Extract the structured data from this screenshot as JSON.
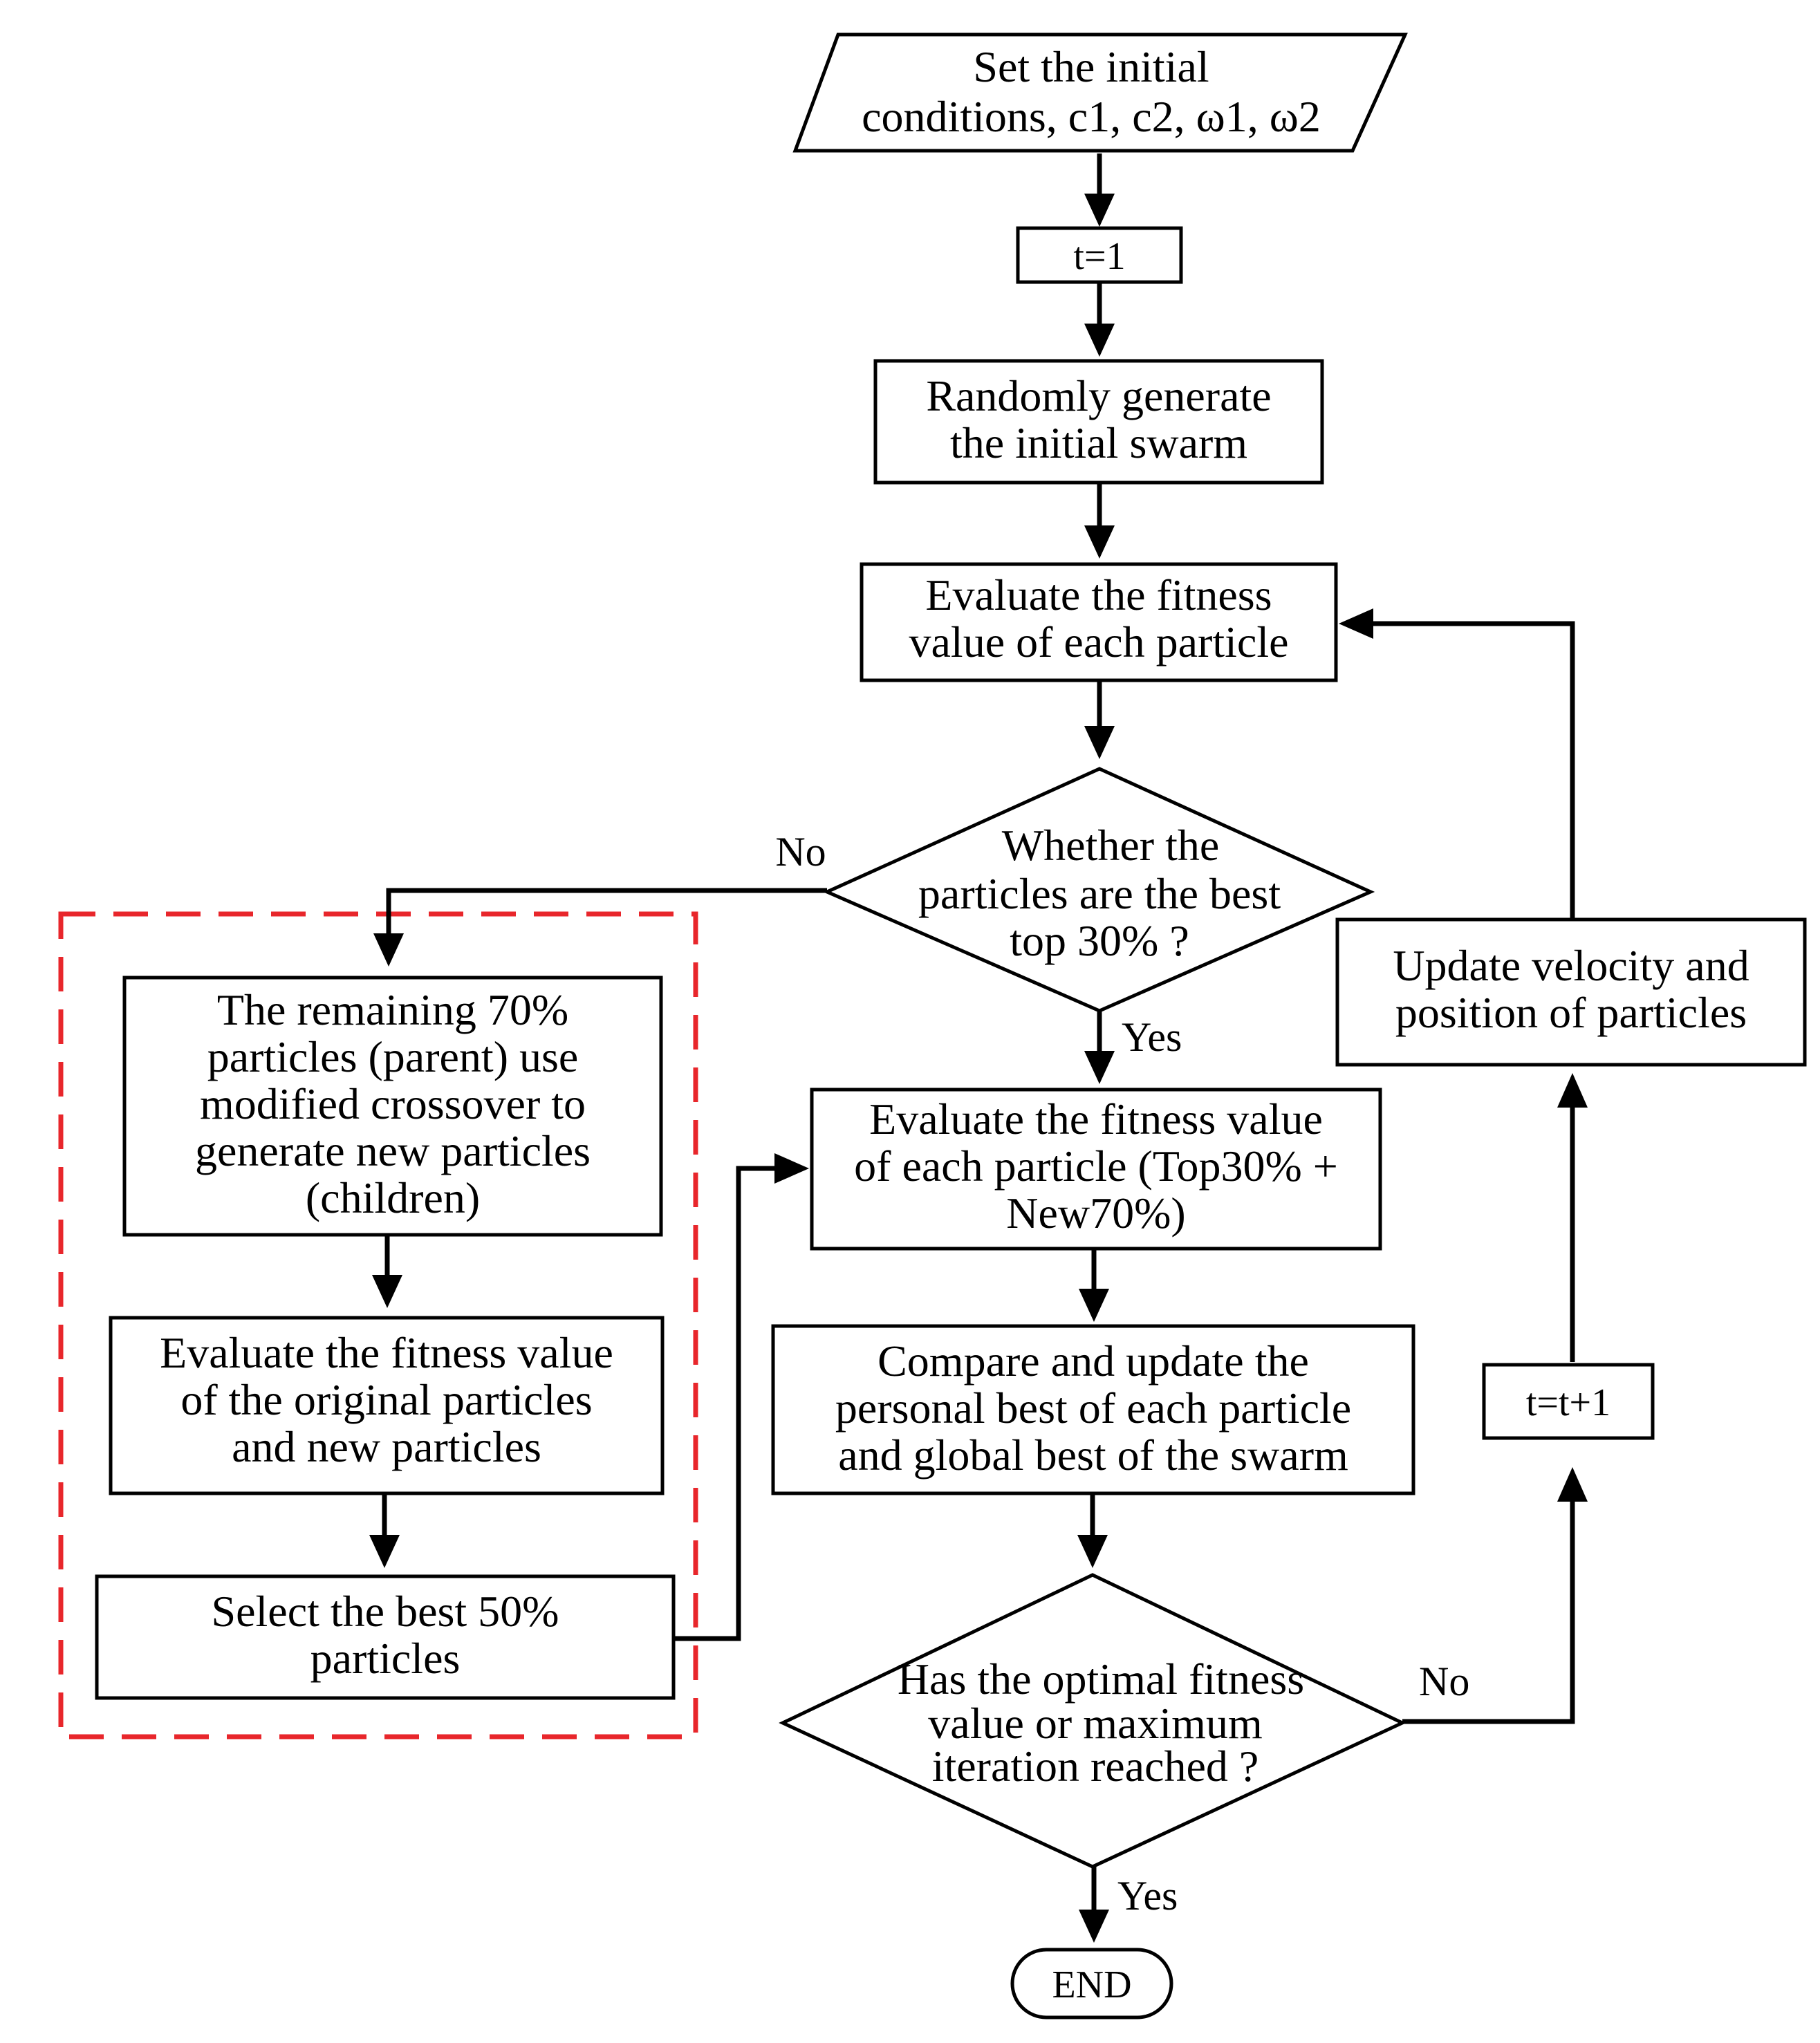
{
  "diagram": {
    "nodes": {
      "start": [
        "Set the initial",
        "conditions, c1, c2, ω1, ω2"
      ],
      "init_t": [
        "t=1"
      ],
      "random": [
        "Randomly generate",
        "the initial swarm"
      ],
      "evaluate1": [
        "Evaluate the fitness",
        "value of each particle"
      ],
      "decision1": [
        "Whether the",
        "particles are the best",
        "top 30% ?"
      ],
      "crossover": [
        "The remaining 70%",
        "particles (parent) use",
        "modified crossover to",
        "generate new particles",
        "(children)"
      ],
      "evaluate_orig": [
        "Evaluate the fitness value",
        "of the original particles",
        "and  new particles"
      ],
      "select": [
        "Select the best 50%",
        "particles"
      ],
      "evaluate2": [
        "Evaluate the fitness value",
        "of each particle (Top30% +",
        "New70%)"
      ],
      "compare": [
        "Compare and update the",
        "personal best of each particle",
        "and global best of the swarm"
      ],
      "decision2": [
        "Has the optimal fitness",
        "value or maximum",
        "iteration reached ?"
      ],
      "end": [
        "END"
      ],
      "update": [
        "Update velocity and",
        "position of particles"
      ],
      "increment": [
        "t=t+1"
      ]
    },
    "edge_labels": {
      "decision1_no": "No",
      "decision1_yes": "Yes",
      "decision2_no": "No",
      "decision2_yes": "Yes"
    },
    "colors": {
      "line": "#000000",
      "highlight": "#e8262b"
    }
  }
}
